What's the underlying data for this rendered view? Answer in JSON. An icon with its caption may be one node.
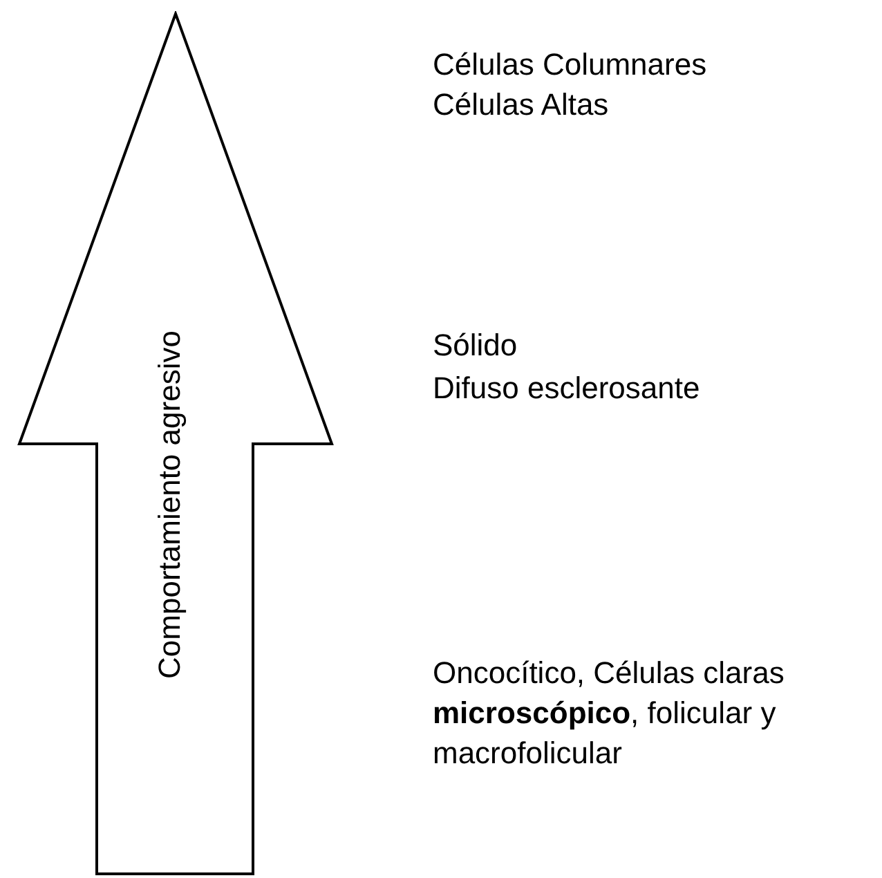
{
  "diagram": {
    "nodes": [
      {
        "text": [
          "Comportamiento agresivo"
        ]
      }
    ],
    "labels": [
      "Células Columnares",
      "Células Altas",
      "Sólido",
      "Difuso esclerosante",
      "Oncocítico, Células claras **microscópico**, folicular y macrofolicular"
    ]
  }
}
